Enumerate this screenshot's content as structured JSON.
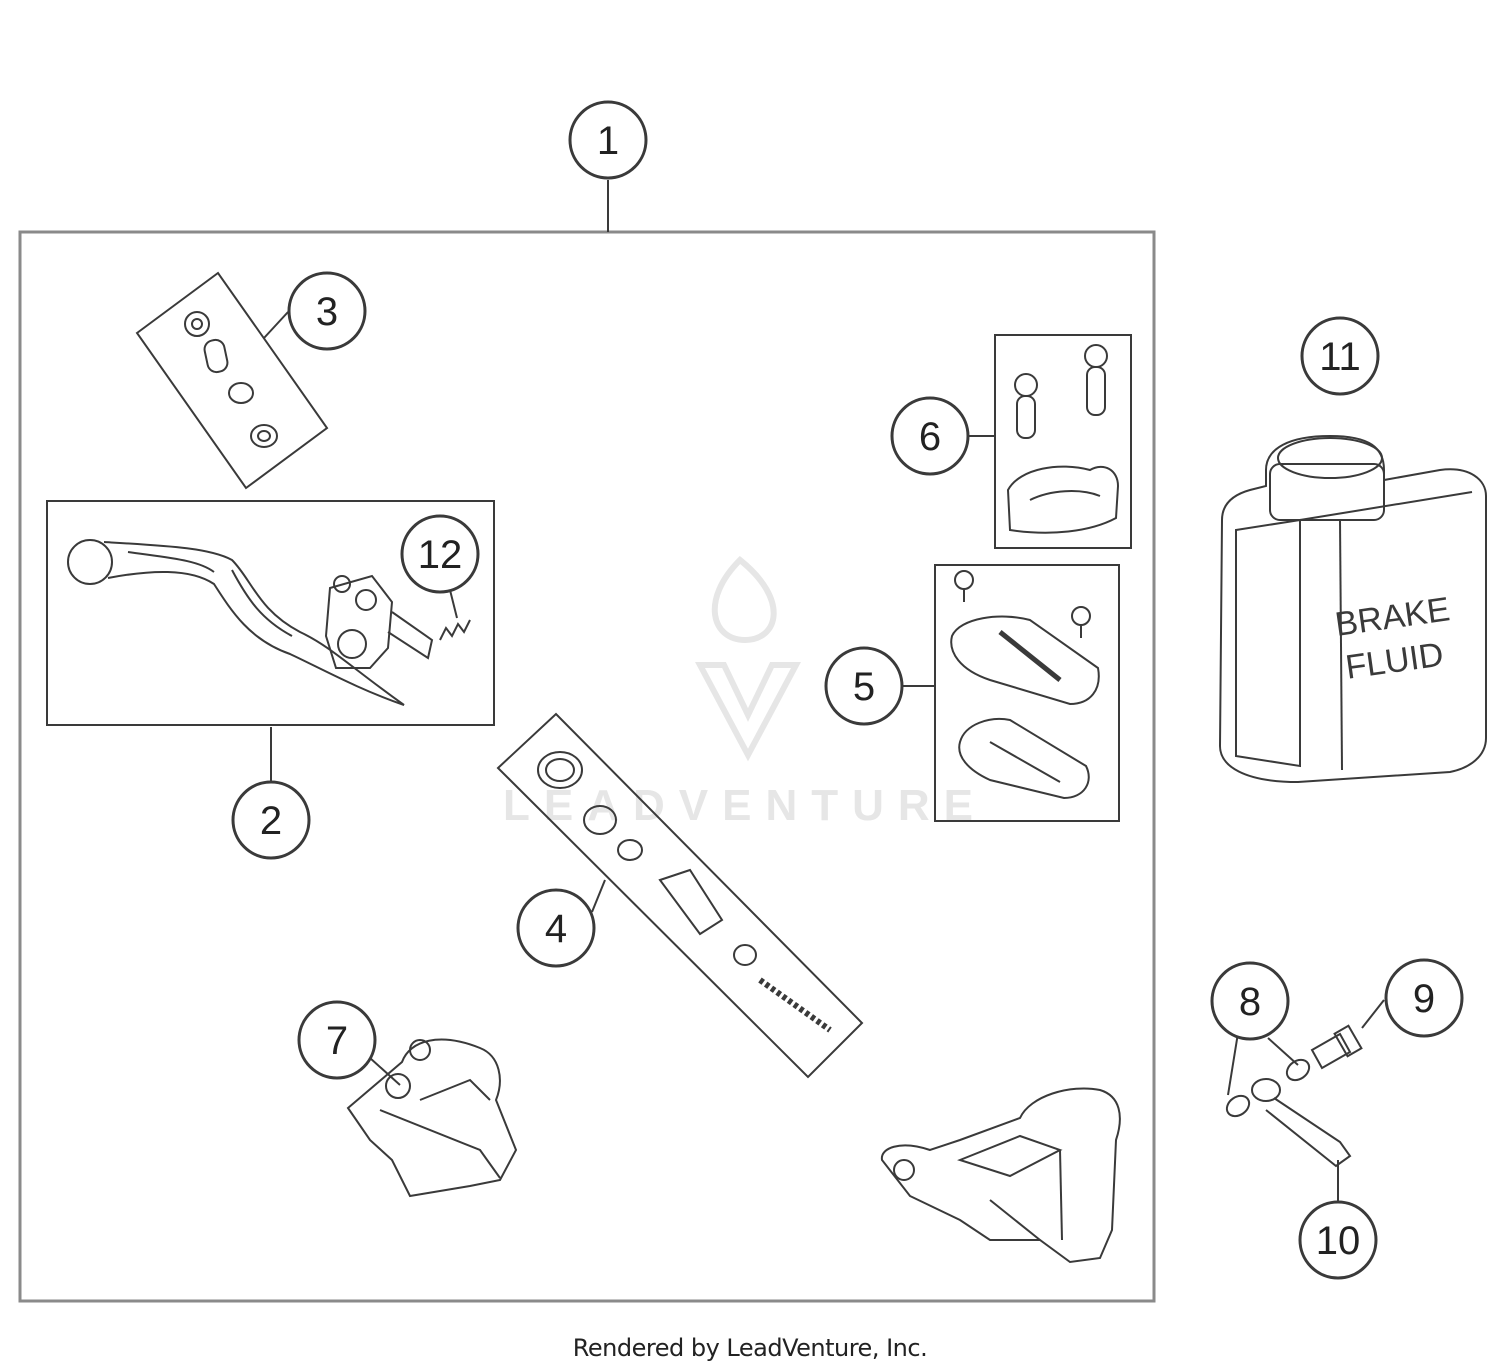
{
  "callouts": [
    {
      "label": "1"
    },
    {
      "label": "2"
    },
    {
      "label": "3"
    },
    {
      "label": "4"
    },
    {
      "label": "5"
    },
    {
      "label": "6"
    },
    {
      "label": "7"
    },
    {
      "label": "8"
    },
    {
      "label": "9"
    },
    {
      "label": "10"
    },
    {
      "label": "11"
    },
    {
      "label": "12"
    }
  ],
  "bottle": {
    "line1": "BRAKE",
    "line2": "FLUID"
  },
  "watermark": {
    "text": "LEADVENTURE"
  },
  "footer": {
    "text": "Rendered by LeadVenture, Inc."
  },
  "colors": {
    "stroke": "#3a3a3a",
    "frame": "#8a8a8a",
    "watermark": "#e6e6e6"
  }
}
